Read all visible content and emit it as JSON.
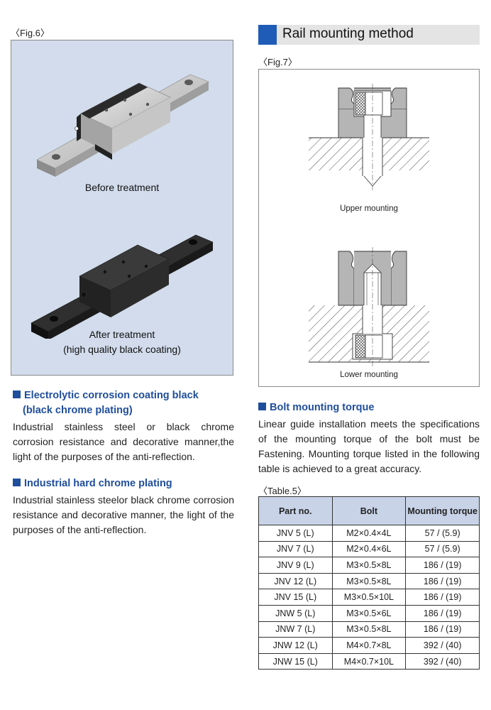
{
  "fig6": {
    "label": "〈Fig.6〉",
    "caption_before": "Before treatment",
    "caption_after_1": "After treatment",
    "caption_after_2": "(high quality black coating)"
  },
  "rail_mounting": {
    "heading": "Rail mounting method",
    "fig7_label": "〈Fig.7〉",
    "upper_caption": "Upper mounting",
    "lower_caption": "Lower mounting"
  },
  "electrolytic": {
    "title_1": "Electrolytic corrosion coating black",
    "title_2": "(black chrome plating)",
    "body": "Industrial stainless steel or black chrome corrosion resistance and decorative manner,the light of the purposes of the anti-reflection."
  },
  "hard_chrome": {
    "title": "Industrial hard chrome plating",
    "body": "Industrial stainless steelor black chrome corrosion resistance and decorative manner, the light of the purposes of the anti-reflection."
  },
  "bolt_torque": {
    "title": "Bolt mounting torque",
    "body": "Linear guide installation meets the specifications of the mounting torque of the bolt must be Fastening. Mounting torque listed in the following table is achieved to a great accuracy."
  },
  "table5": {
    "label": "〈Table.5〉",
    "headers": [
      "Part no.",
      "Bolt",
      "Mounting torque"
    ],
    "rows": [
      [
        "JNV 5 (L)",
        "M2×0.4×4L",
        "57 / (5.9)"
      ],
      [
        "JNV 7 (L)",
        "M2×0.4×6L",
        "57 / (5.9)"
      ],
      [
        "JNV 9 (L)",
        "M3×0.5×8L",
        "186 / (19)"
      ],
      [
        "JNV 12 (L)",
        "M3×0.5×8L",
        "186 / (19)"
      ],
      [
        "JNV 15 (L)",
        "M3×0.5×10L",
        "186 / (19)"
      ],
      [
        "JNW 5 (L)",
        "M3×0.5×6L",
        "186 / (19)"
      ],
      [
        "JNW 7 (L)",
        "M3×0.5×8L",
        "186 / (19)"
      ],
      [
        "JNW 12 (L)",
        "M4×0.7×8L",
        "392 / (40)"
      ],
      [
        "JNW 15 (L)",
        "M4×0.7×10L",
        "392 / (40)"
      ]
    ]
  }
}
